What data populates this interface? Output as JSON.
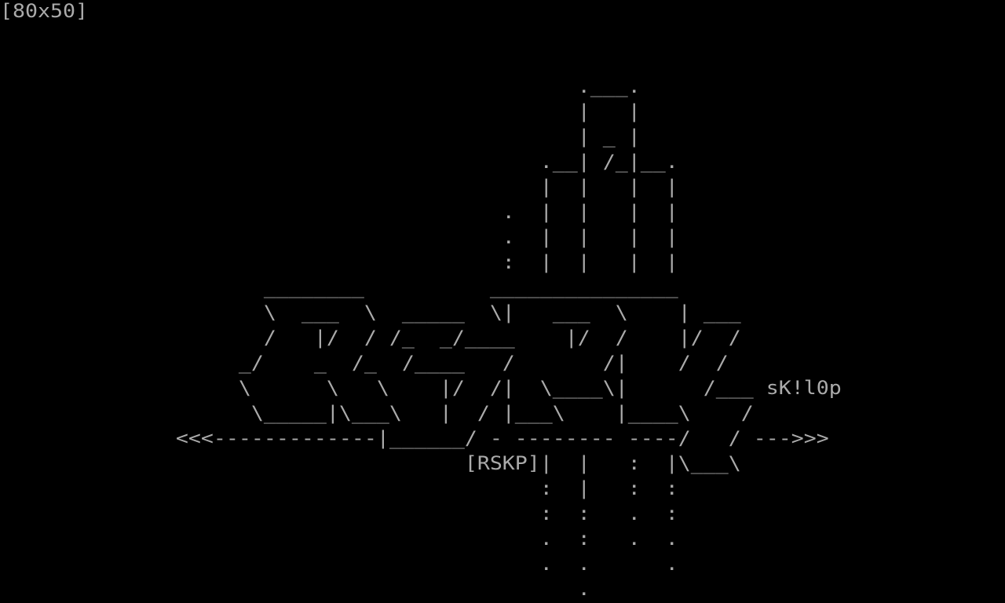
{
  "terminal": {
    "size_indicator": "[80x50]",
    "text_color": "#aaaaaa",
    "background": "#000000",
    "lines": [
      "[80x50]",
      "",
      "",
      "                                              .___.",
      "                                              |   |",
      "                                              | _ |",
      "                                           .__| /_|__.",
      "                                           |  |   |  |",
      "                                        .  |  |   |  |",
      "                                        .  |  |   |  |",
      "                                        :  |  |   |  |",
      "                     ________          _______________",
      "                     \\  ___  \\  _____  \\|   ___  \\    | ___",
      "                     /   |/  / /_  _/____    |/  /    |/  /",
      "                   _/    _  /_  /____   /       /|    /  /",
      "                   \\      \\   \\    |/  /|  \\____\\|      /___ sK!l0p",
      "                    \\_____|\\___\\   |  / |___\\    |____\\    /",
      "              <<<-------------|______/ - -------- ----/   / --->>>",
      "                                     [RSKP]|  |   :  |\\___\\",
      "                                           :  |   :  :",
      "                                           :  :   .  :",
      "                                           .  :   .  .",
      "                                           .  .      .",
      "                                              ."
    ]
  }
}
